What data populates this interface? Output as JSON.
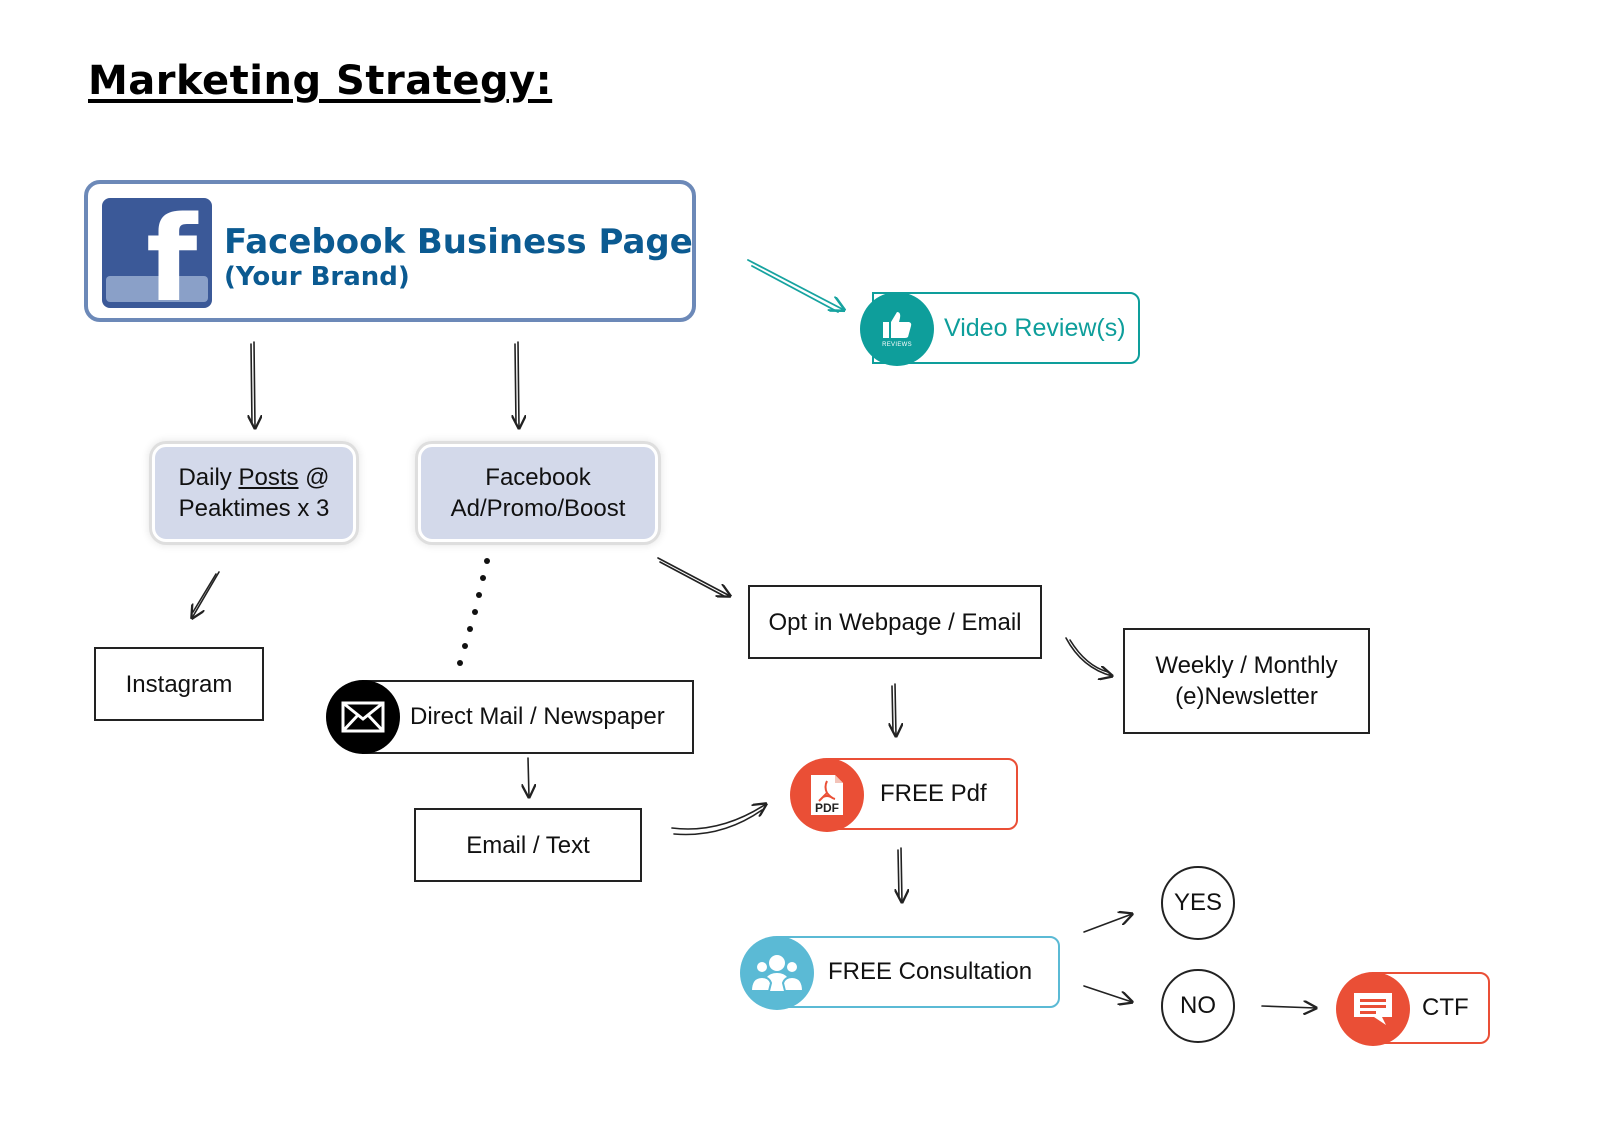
{
  "title": "Marketing Strategy:",
  "facebook": {
    "title": "Facebook Business Page",
    "subtitle": "(Your Brand)",
    "logo_letter": "f",
    "icon": "facebook-logo-icon"
  },
  "video_reviews": {
    "label": "Video Review(s)",
    "icon_caption": "REVIEWS",
    "icon": "thumbs-up-icon",
    "color": "#0e9e9b"
  },
  "daily_posts": {
    "line1_prefix": "Daily ",
    "line1_link": "Posts",
    "line1_suffix": " @",
    "line2": "Peaktimes x 3"
  },
  "fb_ad": {
    "line1": "Facebook",
    "line2": "Ad/Promo/Boost"
  },
  "instagram": {
    "label": "Instagram"
  },
  "direct_mail": {
    "label": "Direct Mail / Newspaper",
    "icon": "envelope-icon",
    "color": "#000000"
  },
  "email_text": {
    "label": "Email / Text"
  },
  "opt_in": {
    "label": "Opt in Webpage / Email"
  },
  "newsletter": {
    "line1": "Weekly / Monthly",
    "line2": "(e)Newsletter"
  },
  "free_pdf": {
    "label": "FREE Pdf",
    "icon_caption": "PDF",
    "icon": "pdf-file-icon",
    "color": "#ea4f36"
  },
  "free_consult": {
    "label": "FREE Consultation",
    "icon": "users-icon",
    "color": "#5bbad5"
  },
  "yes": {
    "label": "YES"
  },
  "no": {
    "label": "NO"
  },
  "ctf": {
    "label": "CTF",
    "icon": "chat-bubble-icon",
    "color": "#ea4f36"
  }
}
